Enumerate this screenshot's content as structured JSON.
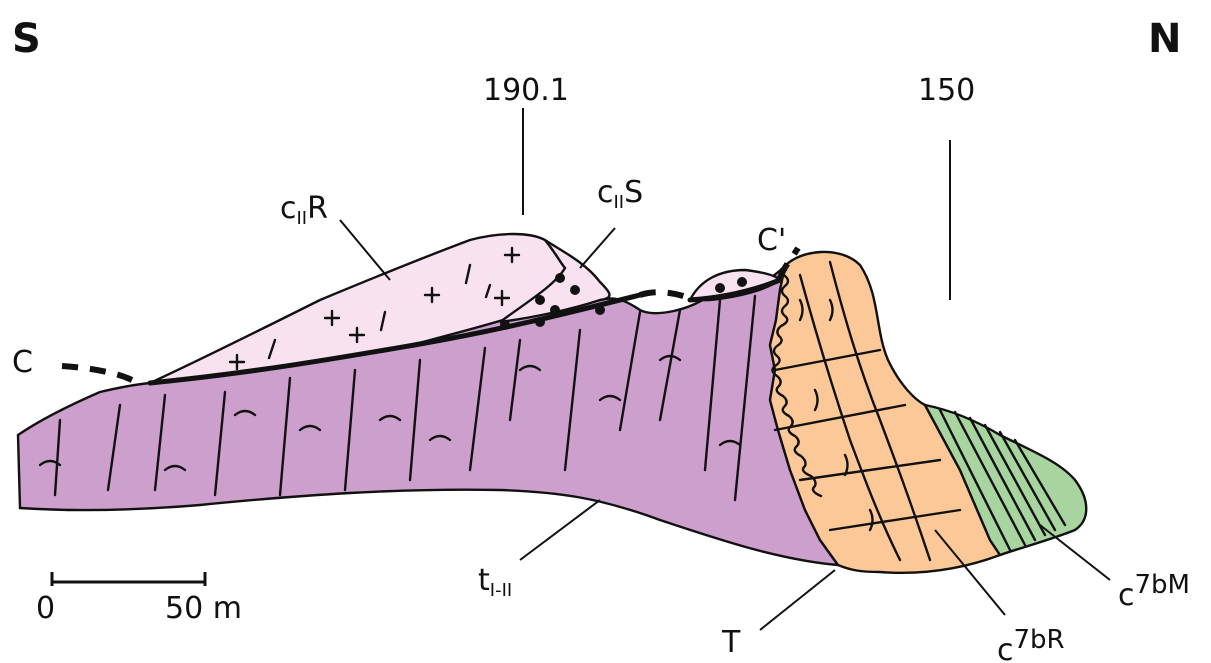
{
  "directions": {
    "south": "S",
    "north": "N"
  },
  "elevations": [
    {
      "value": "190.1"
    },
    {
      "value": "150"
    }
  ],
  "units": [
    {
      "main": "c",
      "sub": "II",
      "suffix": "R"
    },
    {
      "main": "c",
      "sub": "II",
      "suffix": "S"
    },
    {
      "main": "t",
      "sub": "I-II",
      "suffix": ""
    },
    {
      "main": "c",
      "sup": "7bR"
    },
    {
      "main": "c",
      "sup": "7bM"
    }
  ],
  "markers": {
    "section_start": "C",
    "section_end": "C'",
    "fault": "T"
  },
  "scale_bar": {
    "zero": "0",
    "end": "50 m"
  },
  "colors": {
    "triassic": "#cc9fcc",
    "cII_R": "#f9e2f0",
    "cII_S": "#f9e2f0",
    "c7bR": "#fcc897",
    "c7bM": "#a8d4a0"
  }
}
